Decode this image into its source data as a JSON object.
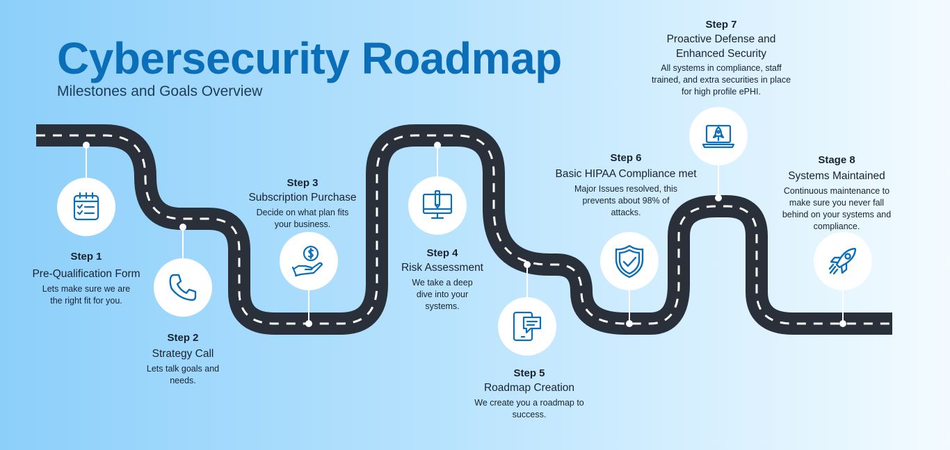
{
  "header": {
    "title": "Cybersecurity Roadmap",
    "subtitle": "Milestones and Goals Overview"
  },
  "colors": {
    "road": "#29303a",
    "icon": "#0a6fb8",
    "title": "#0a6fb8",
    "text": "#18232e"
  },
  "steps": [
    {
      "num": "Step 1",
      "name": "Pre-Qualification Form",
      "desc": "Lets make sure we are the right fit for you.",
      "icon": "checklist-icon"
    },
    {
      "num": "Step 2",
      "name": "Strategy Call",
      "desc": "Lets talk goals and needs.",
      "icon": "phone-icon"
    },
    {
      "num": "Step 3",
      "name": "Subscription Purchase",
      "desc": "Decide on what plan fits your business.",
      "icon": "dollar-hand-icon"
    },
    {
      "num": "Step 4",
      "name": "Risk Assessment",
      "desc": "We take a deep dive into your systems.",
      "icon": "monitor-pen-icon"
    },
    {
      "num": "Step 5",
      "name": "Roadmap Creation",
      "desc": "We create you a roadmap to success.",
      "icon": "tablet-chat-icon"
    },
    {
      "num": "Step 6",
      "name": "Basic HIPAA Compliance met",
      "desc": "Major Issues resolved, this prevents about 98% of attacks.",
      "icon": "shield-check-icon"
    },
    {
      "num": "Step 7",
      "name": "Proactive Defense and Enhanced Security",
      "desc": "All systems in compliance, staff trained, and extra securities in place for high profile ePHI.",
      "icon": "laptop-rocket-icon"
    },
    {
      "num": "Stage 8",
      "name": "Systems Maintained",
      "desc": "Continuous maintenance to make sure you never fall behind on your systems and compliance.",
      "icon": "rocket-icon"
    }
  ]
}
